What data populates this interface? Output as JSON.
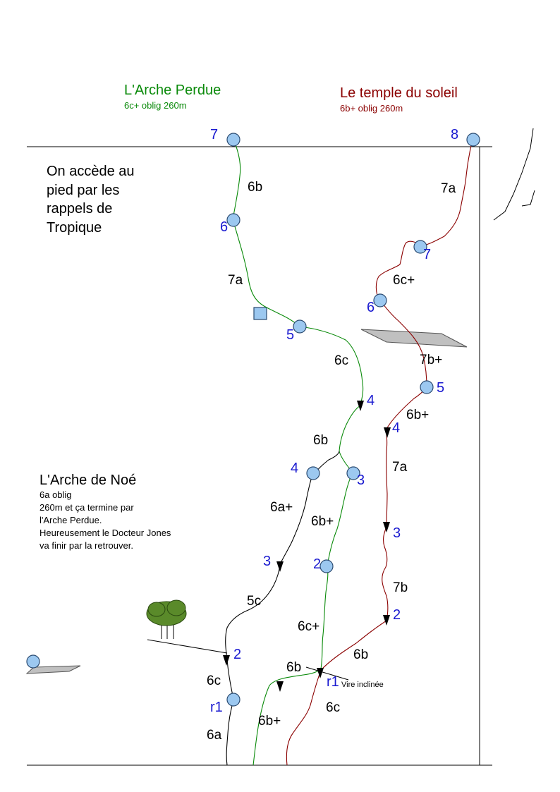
{
  "colors": {
    "green_route": "#0a8a0a",
    "red_route": "#8b0000",
    "black_route": "#000000",
    "stand_number": "#1a1ad0",
    "belay_fill": "#9cc8f0",
    "ledge_fill": "#c0c0c0",
    "tree": "#5a8a2a"
  },
  "intro_text": [
    "On accède au",
    "pied par les",
    "rappels de",
    "Tropique"
  ],
  "routes": {
    "green": {
      "title": "L'Arche Perdue",
      "subtitle": "6c+ oblig 260m",
      "grades": [
        "6b+",
        "6c+",
        "6b+",
        "6b",
        "6c",
        "7a",
        "6b"
      ],
      "stands": [
        "2",
        "3",
        "5",
        "6",
        "7"
      ]
    },
    "red": {
      "title": "Le temple du soleil",
      "subtitle": "6b+ oblig 260m",
      "grades": [
        "6c",
        "6b",
        "7b",
        "7a",
        "6b+",
        "7b+",
        "6c+",
        "7a"
      ],
      "stands": [
        "r1",
        "2",
        "3",
        "4",
        "5",
        "6",
        "7",
        "8"
      ]
    },
    "black": {
      "title": "L'Arche de Noé",
      "subtitle_lines": [
        "6a oblig",
        "260m et ça termine par",
        "l'Arche Perdue.",
        "Heureusement le Docteur Jones",
        "va finir par la retrouver."
      ],
      "grades": [
        "6a",
        "6c",
        "5c",
        "6a+",
        "6b"
      ],
      "stands": [
        "r1",
        "2",
        "3",
        "4"
      ]
    }
  },
  "shared_stand": "4",
  "vire_label": "Vire inclinée"
}
